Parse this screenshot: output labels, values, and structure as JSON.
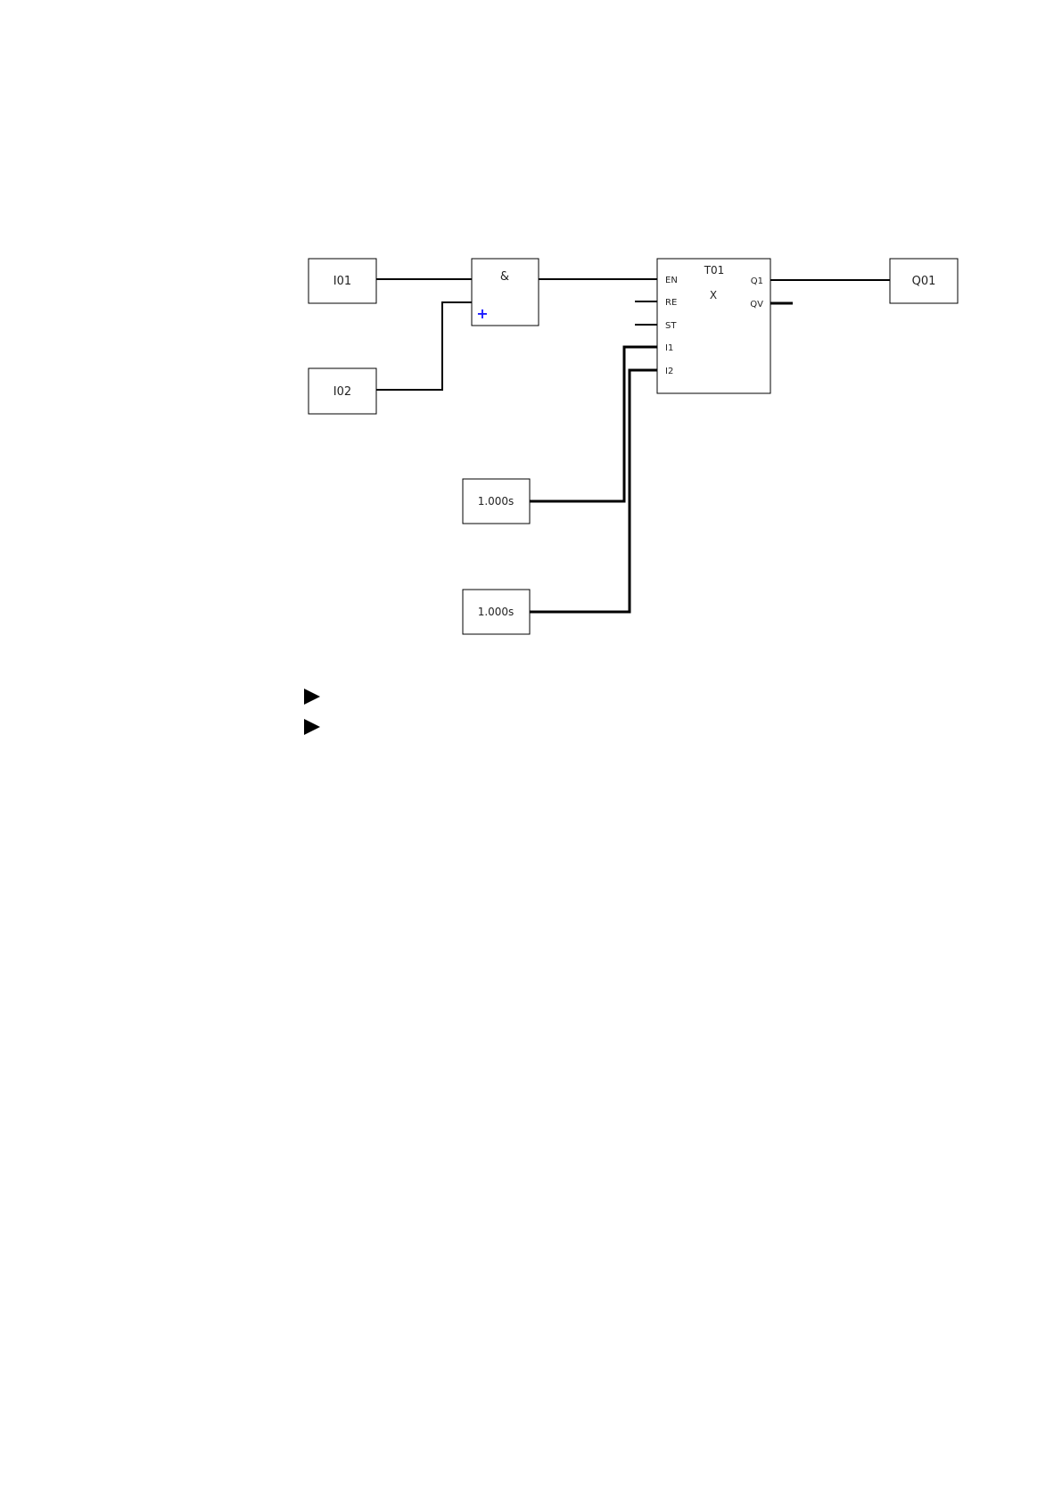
{
  "blocks": {
    "i01": {
      "label": "I01"
    },
    "i02": {
      "label": "I02"
    },
    "and_gate": {
      "label": "&",
      "add_input_symbol": "+"
    },
    "timer": {
      "name": "T01",
      "mode": "X",
      "inputs": [
        "EN",
        "RE",
        "ST",
        "I1",
        "I2"
      ],
      "outputs": [
        "Q1",
        "QV"
      ]
    },
    "q01": {
      "label": "Q01"
    },
    "const1": {
      "label": "1.000s"
    },
    "const2": {
      "label": "1.000s"
    }
  },
  "icons": {
    "arrow_1": "triangle-right-icon",
    "arrow_2": "triangle-right-icon"
  }
}
